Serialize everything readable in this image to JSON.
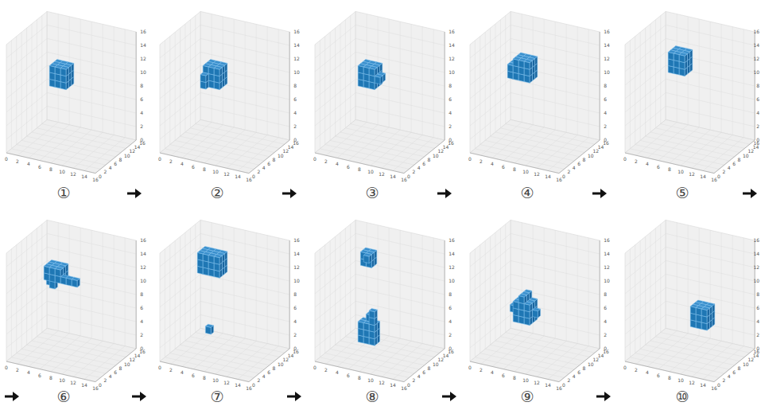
{
  "diagram": {
    "labels": [
      "①",
      "0",
      "2",
      "4",
      "6",
      "8",
      "10",
      "12",
      "14",
      "16",
      "0",
      "2",
      "4",
      "6",
      "8",
      "10",
      "12",
      "14",
      "16",
      "0",
      "2",
      "4",
      "6",
      "8",
      "10",
      "12",
      "14",
      "16",
      "②",
      "0",
      "2",
      "4",
      "6",
      "8",
      "10",
      "12",
      "14",
      "16",
      "0",
      "2",
      "4",
      "6",
      "8",
      "10",
      "12",
      "14",
      "16",
      "0",
      "2",
      "4",
      "6",
      "8",
      "10",
      "12",
      "14",
      "16",
      "③",
      "0",
      "2",
      "4",
      "6",
      "8",
      "10",
      "12",
      "14",
      "16",
      "0",
      "2",
      "4",
      "6",
      "8",
      "10",
      "12",
      "14",
      "16",
      "0",
      "2",
      "4",
      "6",
      "8",
      "10",
      "12",
      "14",
      "16",
      "④",
      "0",
      "2",
      "4",
      "6",
      "8",
      "10",
      "12",
      "14",
      "16",
      "0",
      "2",
      "4",
      "6",
      "8",
      "10",
      "12",
      "14",
      "16",
      "0",
      "2",
      "4",
      "6",
      "8",
      "10",
      "12",
      "14",
      "16",
      "⑤",
      "0",
      "2",
      "4",
      "6",
      "8",
      "10",
      "12",
      "14",
      "16",
      "0",
      "2",
      "4",
      "6",
      "8",
      "10",
      "12",
      "14",
      "16",
      "0",
      "2",
      "4",
      "6",
      "8",
      "10",
      "12",
      "14",
      "16",
      "⑥",
      "0",
      "2",
      "4",
      "6",
      "8",
      "10",
      "12",
      "14",
      "16",
      "0",
      "2",
      "4",
      "6",
      "8",
      "10",
      "12",
      "14",
      "16",
      "0",
      "2",
      "4",
      "6",
      "8",
      "10",
      "12",
      "14",
      "16",
      "⑦",
      "0",
      "2",
      "4",
      "6",
      "8",
      "10",
      "12",
      "14",
      "16",
      "0",
      "2",
      "4",
      "6",
      "8",
      "10",
      "12",
      "14",
      "16",
      "0",
      "2",
      "4",
      "6",
      "8",
      "10",
      "12",
      "14",
      "16",
      "⑧",
      "0",
      "2",
      "4",
      "6",
      "8",
      "10",
      "12",
      "14",
      "16",
      "0",
      "2",
      "4",
      "6",
      "8",
      "10",
      "12",
      "14",
      "16",
      "0",
      "2",
      "4",
      "6",
      "8",
      "10",
      "12",
      "14",
      "16",
      "⑨",
      "0",
      "2",
      "4",
      "6",
      "8",
      "10",
      "12",
      "14",
      "16",
      "0",
      "2",
      "4",
      "6",
      "8",
      "10",
      "12",
      "14",
      "16",
      "0",
      "2",
      "4",
      "6",
      "8",
      "10",
      "12",
      "14",
      "16",
      "⑩",
      "0",
      "2",
      "4",
      "6",
      "8",
      "10",
      "12",
      "14",
      "16",
      "0",
      "2",
      "4",
      "6",
      "8",
      "10",
      "12",
      "14",
      "16",
      "0",
      "2",
      "4",
      "6",
      "8",
      "10",
      "12",
      "14",
      "16"
    ]
  }
}
